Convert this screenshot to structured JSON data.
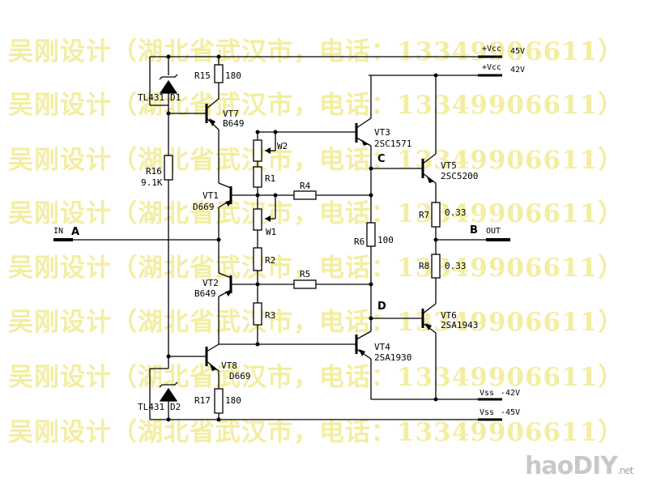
{
  "watermark": {
    "text": "吴刚设计（湖北省武汉市，电话：13349906611）"
  },
  "rails": {
    "vcc45_label": "+Vcc",
    "vcc45_value": "45V",
    "vcc42_label": "+Vcc",
    "vcc42_value": "42V",
    "vss42_label": "Vss",
    "vss42_value": "-42V",
    "vss45_label": "Vss",
    "vss45_value": "-45V"
  },
  "nodes": {
    "input_label": "IN",
    "input_node": "A",
    "output_node": "B",
    "output_label": "OUT",
    "node_c": "C",
    "node_d": "D"
  },
  "components": {
    "r15_name": "R15",
    "r15_value": "180",
    "r16_name": "R16",
    "r16_value": "9.1K",
    "r17_name": "R17",
    "r17_value": "180",
    "r1_name": "R1",
    "r2_name": "R2",
    "r3_name": "R3",
    "r4_name": "R4",
    "r5_name": "R5",
    "r6_name": "R6",
    "r6_value": "100",
    "r7_name": "R7",
    "r7_value": "0.33",
    "r8_name": "R8",
    "r8_value": "0.33",
    "w1_name": "W1",
    "w2_name": "W2",
    "d1_part": "TL431",
    "d1_name": "D1",
    "d2_part": "TL431",
    "d2_name": "D2",
    "vt1_name": "VT1",
    "vt1_part": "D669",
    "vt2_name": "VT2",
    "vt2_part": "B649",
    "vt3_name": "VT3",
    "vt3_part": "2SC1571",
    "vt4_name": "VT4",
    "vt4_part": "2SA1930",
    "vt5_name": "VT5",
    "vt5_part": "2SC5200",
    "vt6_name": "VT6",
    "vt6_part": "2SA1943",
    "vt7_name": "VT7",
    "vt7_part": "B649",
    "vt8_name": "VT8",
    "vt8_part": "D669"
  },
  "logo": {
    "text": "haoDIY",
    "suffix": ".net"
  },
  "colors": {
    "watermark": "#f3eea0",
    "wire": "#000000"
  }
}
